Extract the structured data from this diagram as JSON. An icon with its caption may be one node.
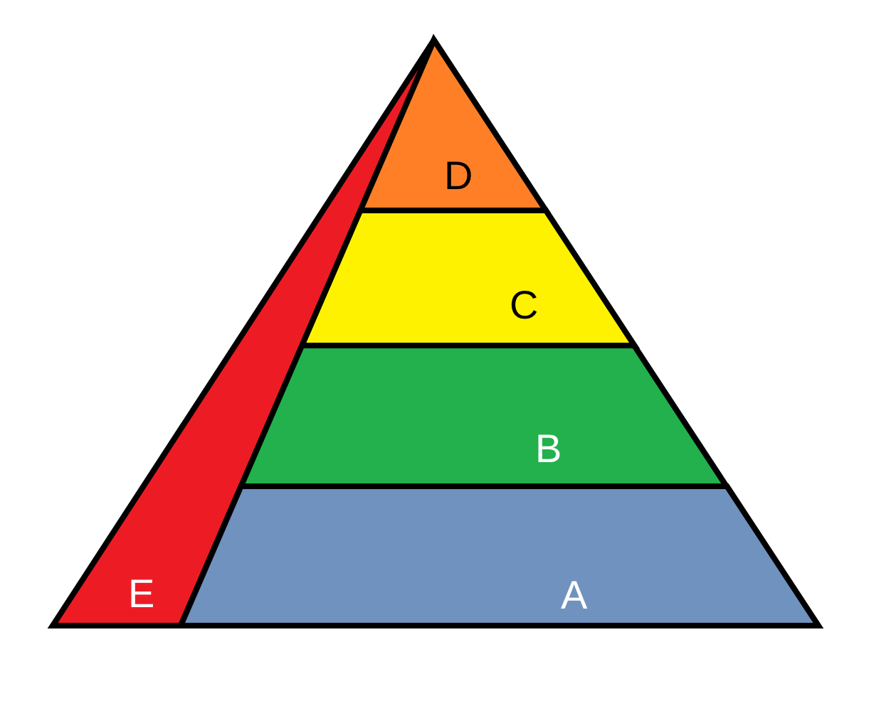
{
  "diagram": {
    "nodes": [
      {
        "text": [
          "D"
        ]
      },
      {
        "text": [
          "C"
        ]
      },
      {
        "text": [
          "B"
        ]
      },
      {
        "text": [
          "E"
        ]
      },
      {
        "text": [
          "A"
        ]
      }
    ]
  }
}
